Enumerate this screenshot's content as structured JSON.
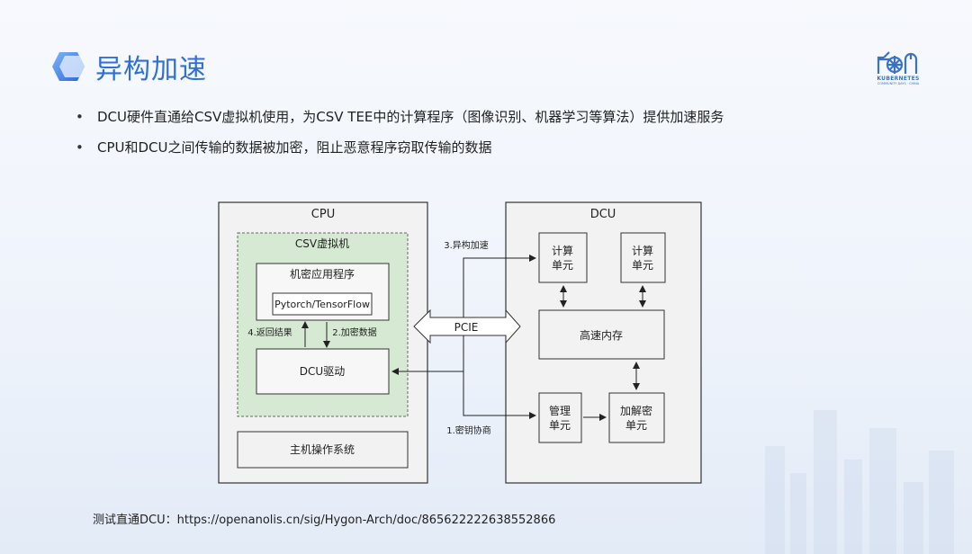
{
  "header": {
    "title": "异构加速",
    "logo_text": "KUBERNETES",
    "logo_subtext": "COMMUNITY DAYS · CHINA"
  },
  "bullets": [
    "DCU硬件直通给CSV虚拟机使用，为CSV TEE中的计算程序（图像识别、机器学习等算法）提供加速服务",
    "CPU和DCU之间传输的数据被加密，阻止恶意程序窃取传输的数据"
  ],
  "diagram": {
    "cpu": {
      "label": "CPU",
      "vm_label": "CSV虚拟机",
      "app_label": "机密应用程序",
      "framework_label": "Pytorch/TensorFlow",
      "driver_label": "DCU驱动",
      "host_os_label": "主机操作系统",
      "step_return": "4.返回结果",
      "step_encrypt": "2.加密数据"
    },
    "pcie_label": "PCIE",
    "step_accel": "3.异构加速",
    "step_key": "1.密钥协商",
    "dcu": {
      "label": "DCU",
      "compute1_line1": "计算",
      "compute1_line2": "单元",
      "compute2_line1": "计算",
      "compute2_line2": "单元",
      "memory_label": "高速内存",
      "mgmt_line1": "管理",
      "mgmt_line2": "单元",
      "crypto_line1": "加解密",
      "crypto_line2": "单元"
    }
  },
  "footer": {
    "text": "测试直通DCU：https://openanolis.cn/sig/Hygon-Arch/doc/865622222638552866"
  }
}
